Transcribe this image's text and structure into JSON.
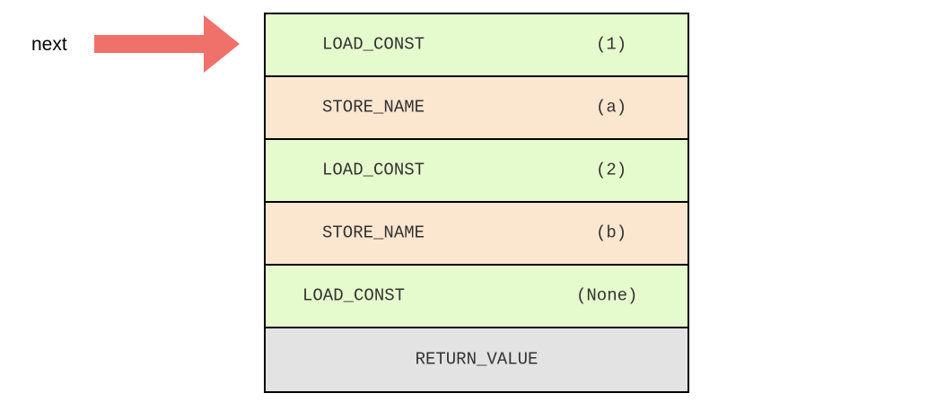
{
  "pointer": {
    "label": "next",
    "arrow_color": "#f0706a",
    "icon": "right-arrow-icon"
  },
  "instructions": [
    {
      "opname": "LOAD_CONST",
      "arg": "(1)",
      "kind": "const"
    },
    {
      "opname": "STORE_NAME",
      "arg": "(a)",
      "kind": "store"
    },
    {
      "opname": "LOAD_CONST",
      "arg": "(2)",
      "kind": "const"
    },
    {
      "opname": "STORE_NAME",
      "arg": "(b)",
      "kind": "store"
    },
    {
      "opname": "LOAD_CONST",
      "arg": "(None)",
      "kind": "const"
    },
    {
      "opname": "RETURN_VALUE",
      "arg": "",
      "kind": "ret"
    }
  ],
  "colors": {
    "const_row": "#e6fbcd",
    "store_row": "#fbe6cf",
    "return_row": "#e3e3e3",
    "border": "#000000",
    "text": "#333333"
  }
}
